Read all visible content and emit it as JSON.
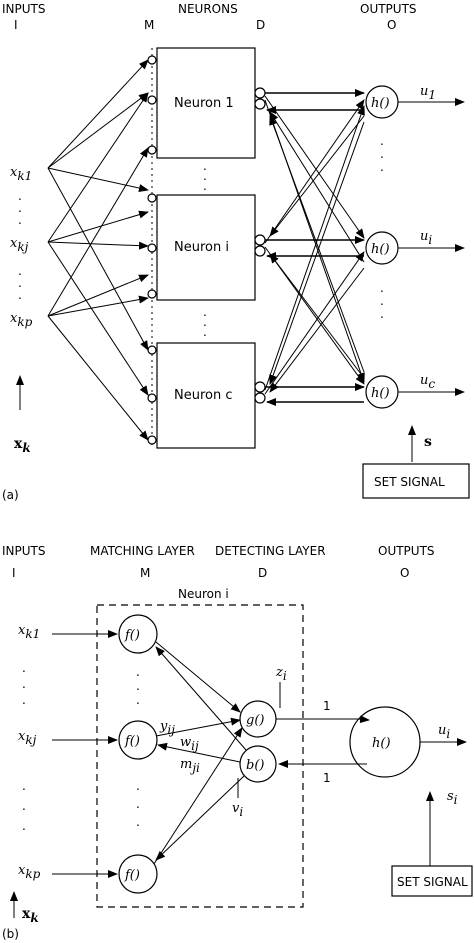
{
  "diagram_a": {
    "panel_label": "(a)",
    "headers": {
      "inputs": "INPUTS",
      "inputs_sub": "I",
      "neurons": "NEURONS",
      "m": "M",
      "d": "D",
      "outputs": "OUTPUTS",
      "outputs_sub": "O"
    },
    "neurons": [
      "Neuron 1",
      "Neuron i",
      "Neuron c"
    ],
    "inputs": [
      "x",
      "x",
      "x"
    ],
    "input_subs": [
      "k1",
      "kj",
      "kp"
    ],
    "outputs": [
      "u",
      "u",
      "u"
    ],
    "output_subs": [
      "1",
      "i",
      "c"
    ],
    "h_label": "h()",
    "xk": "x",
    "xk_sub": "k",
    "s_label": "s",
    "set_signal": "SET SIGNAL",
    "dots": "."
  },
  "diagram_b": {
    "panel_label": "(b)",
    "headers": {
      "inputs": "INPUTS",
      "inputs_sub": "I",
      "matching": "MATCHING LAYER",
      "m": "M",
      "detecting": "DETECTING LAYER",
      "d": "D",
      "outputs": "OUTPUTS",
      "outputs_sub": "O"
    },
    "neuron_title": "Neuron i",
    "f_label": "f()",
    "g_label": "g()",
    "b_label": "b()",
    "h_label": "h()",
    "inputs": [
      "x",
      "x",
      "x"
    ],
    "input_subs": [
      "k1",
      "kj",
      "kp"
    ],
    "y": "y",
    "y_sub": "ij",
    "w": "w",
    "w_sub": "ij",
    "m": "m",
    "m_sub": "ji",
    "z": "z",
    "z_sub": "i",
    "v": "v",
    "v_sub": "i",
    "one_top": "1",
    "one_bottom": "1",
    "u": "u",
    "u_sub": "i",
    "s": "s",
    "s_sub": "i",
    "set_signal": "SET SIGNAL",
    "xk": "x",
    "xk_sub": "k",
    "dots": "."
  }
}
